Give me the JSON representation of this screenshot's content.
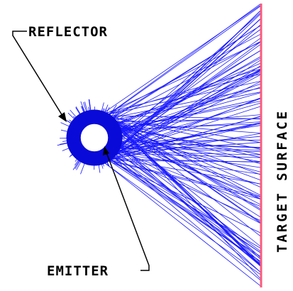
{
  "labels": {
    "reflector": "REFLECTOR",
    "emitter": "EMITTER",
    "target_surface": "TARGET SURFACE"
  },
  "colors": {
    "rays": "#1a1aff",
    "reflector": "#0a0ad8",
    "target_surface": "#ff5a7a",
    "text": "#000000",
    "background": "#ffffff"
  }
}
